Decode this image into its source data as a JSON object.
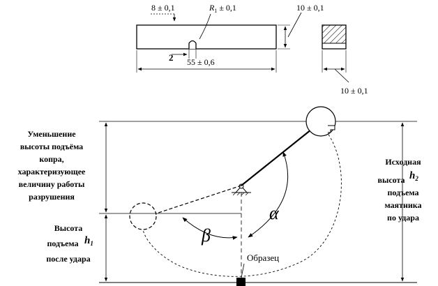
{
  "specimen": {
    "dim_top_left": "8 ± 0,1",
    "dim_radius_r": "R",
    "dim_radius_sub": "1",
    "dim_radius_tol": " ± 0,1",
    "dim_notch_depth": "2",
    "dim_length": "55 ± 0,6",
    "dim_height": "10 ± 0,1",
    "dim_section_width": "10 ± 0,1"
  },
  "pendulum": {
    "left_label": [
      "Уменьшение",
      "высоты подъёма",
      "копра,",
      "характеризующее",
      "величину работы",
      "разрушения"
    ],
    "h1_label_top": "Высота",
    "h1_label_mid": "подъема",
    "h1_symbol": "h",
    "h1_sub": "1",
    "h1_label_bot": "после удара",
    "right_label_top": "Исходная",
    "right_label_mid": "высота",
    "h2_symbol": "h",
    "h2_sub": "2",
    "right_label_rest": [
      "подъема",
      "маятника",
      "по удара"
    ],
    "alpha": "α",
    "beta": "β",
    "sample_label": "Образец"
  }
}
